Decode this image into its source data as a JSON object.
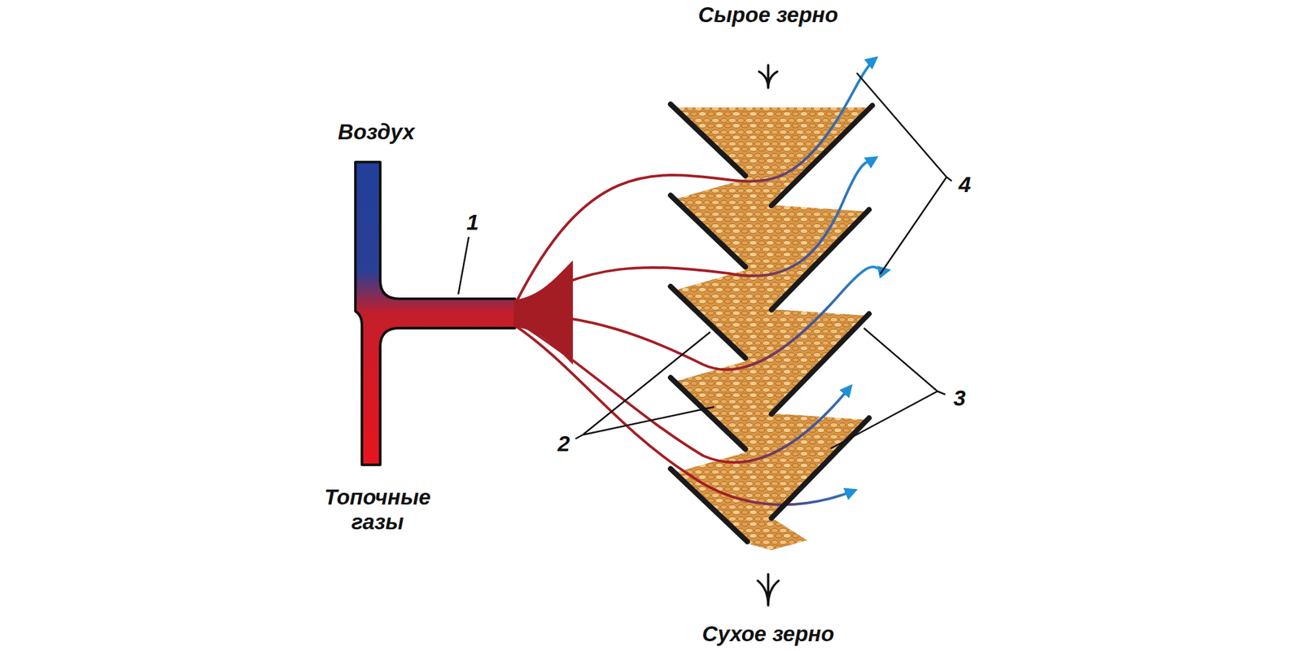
{
  "diagram": {
    "labels": [
      "Сырое зерно",
      "Воздух",
      "1",
      "4",
      "2",
      "3",
      "Топочные газы",
      "Сухое зерно"
    ]
  }
}
